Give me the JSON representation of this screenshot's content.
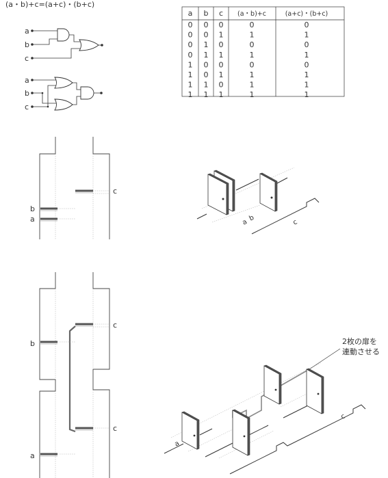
{
  "equation": "(a・b)+c=(a+c)・(b+c)",
  "inputs": [
    "a",
    "b",
    "c"
  ],
  "truth_table": {
    "headers": [
      "a",
      "b",
      "c",
      "(a・b)+c",
      "(a+c)・(b+c)"
    ],
    "rows": [
      [
        "0",
        "0",
        "0",
        "0",
        "0"
      ],
      [
        "0",
        "0",
        "1",
        "1",
        "1"
      ],
      [
        "0",
        "1",
        "0",
        "0",
        "0"
      ],
      [
        "0",
        "1",
        "1",
        "1",
        "1"
      ],
      [
        "1",
        "0",
        "0",
        "0",
        "0"
      ],
      [
        "1",
        "0",
        "1",
        "1",
        "1"
      ],
      [
        "1",
        "1",
        "0",
        "1",
        "1"
      ],
      [
        "1",
        "1",
        "1",
        "1",
        "1"
      ]
    ]
  },
  "plan1": {
    "labels": [
      "b",
      "a",
      "c"
    ]
  },
  "iso1": {
    "labels": [
      "a",
      "b",
      "c"
    ]
  },
  "plan2": {
    "labels": [
      "b",
      "c",
      "c",
      "a"
    ]
  },
  "iso2": {
    "labels": [
      "a",
      "c"
    ]
  },
  "annotation": {
    "line1": "2枚の扉を",
    "line2": "連動させる"
  }
}
